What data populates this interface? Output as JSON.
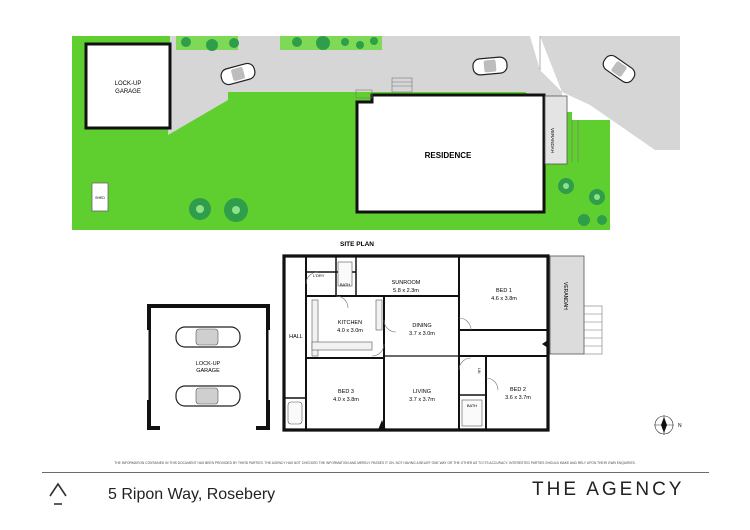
{
  "site_plan": {
    "title": "SITE PLAN",
    "lockup_garage_label": [
      "LOCK-UP",
      "GARAGE"
    ],
    "residence_label": "RESIDENCE",
    "verandah_label": "VERANDAH",
    "shed_label": "SHED"
  },
  "floor_plan": {
    "rooms": {
      "sunroom": {
        "name": "SUNROOM",
        "size": "5.8 x 2.3m"
      },
      "bed1": {
        "name": "BED 1",
        "size": "4.6 x 3.8m"
      },
      "kitchen": {
        "name": "KITCHEN",
        "size": "4.0 x 3.0m"
      },
      "dining": {
        "name": "DINING",
        "size": "3.7 x 3.0m"
      },
      "bed3": {
        "name": "BED 3",
        "size": "4.0 x 3.8m"
      },
      "living": {
        "name": "LIVING",
        "size": "3.7 x 3.7m"
      },
      "bed2": {
        "name": "BED 2",
        "size": "3.6 x 3.7m"
      }
    },
    "labels": {
      "ldry": "L'DRY",
      "bath_top": "BATH",
      "bath_bottom": "BATH",
      "hall": "HALL",
      "verandah": "VERANDAH",
      "lin": "LIN",
      "garage": [
        "LOCK-UP",
        "GARAGE"
      ]
    },
    "compass_label": "N"
  },
  "footer": {
    "disclaimer": "THE INFORMATION CONTAINED IN THIS DOCUMENT HAS BEEN PROVIDED BY THIRD PARTIES. THE AGENCY HAS NOT CHECKED THE INFORMATION AND MERELY PASSES IT ON. NOT HAVING A BELIEF ONE WAY OR THE OTHER AS TO ITS ACCURACY. INTERESTED PARTIES SHOULD MAKE AND RELY UPON THEIR OWN ENQUIRIES.",
    "address": "5 Ripon Way, Rosebery",
    "brand": "THE AGENCY"
  },
  "colors": {
    "lawn": "#5fcf2f",
    "hard_surface": "#d6d6d6",
    "walls": "#111111",
    "verandah_floor": "#dcdcdc",
    "plant": "#3fb85a"
  }
}
